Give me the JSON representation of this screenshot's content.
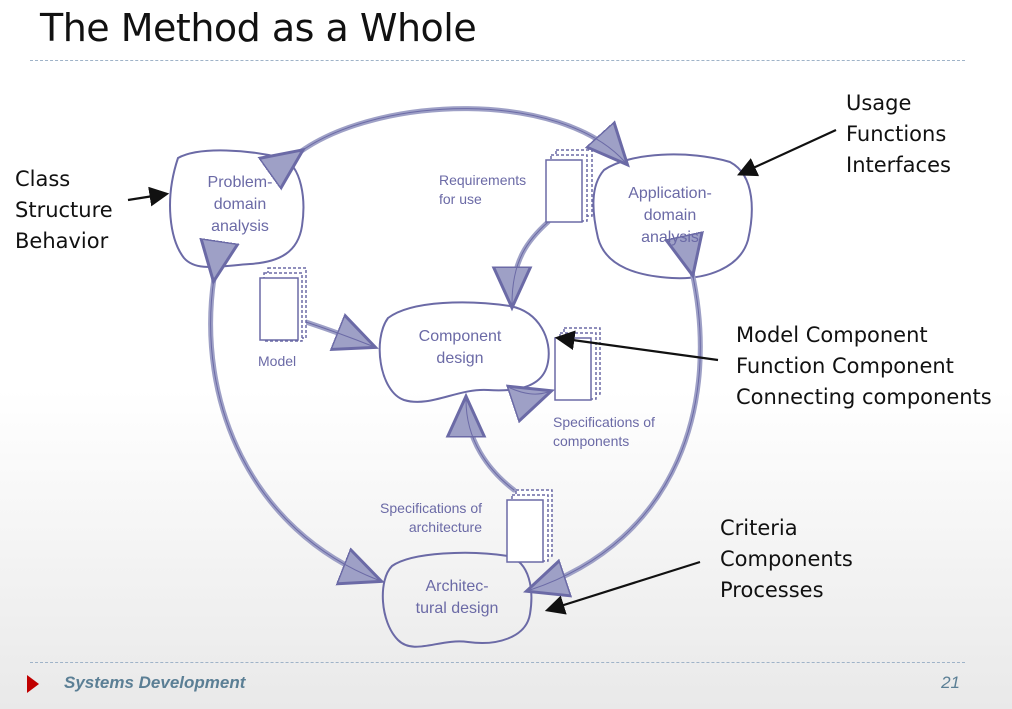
{
  "slide": {
    "title": "The Method as a Whole",
    "footer_text": "Systems Development",
    "page_number": "21"
  },
  "callouts": {
    "left": [
      "Class",
      "Structure",
      "Behavior"
    ],
    "top_right": [
      "Usage",
      "Functions",
      "Interfaces"
    ],
    "middle_right": [
      "Model Component",
      "Function Component",
      "Connecting components"
    ],
    "bottom_right": [
      "Criteria",
      "Components",
      "Processes"
    ]
  },
  "nodes": {
    "problem_domain": [
      "Problem-",
      "domain",
      "analysis"
    ],
    "application_domain": [
      "Application-",
      "domain",
      "analysis"
    ],
    "component_design": [
      "Component",
      "design"
    ],
    "architectural_design": [
      "Architec-",
      "tural design"
    ]
  },
  "documents": {
    "requirements": [
      "Requirements",
      "for use"
    ],
    "model": [
      "Model"
    ],
    "spec_components": [
      "Specifications of",
      "components"
    ],
    "spec_architecture": [
      "Specifications of",
      "architecture"
    ]
  },
  "colors": {
    "diagram_stroke": "#6b6aa6",
    "footer_text": "#5b7f95",
    "footer_marker": "#c00000"
  }
}
